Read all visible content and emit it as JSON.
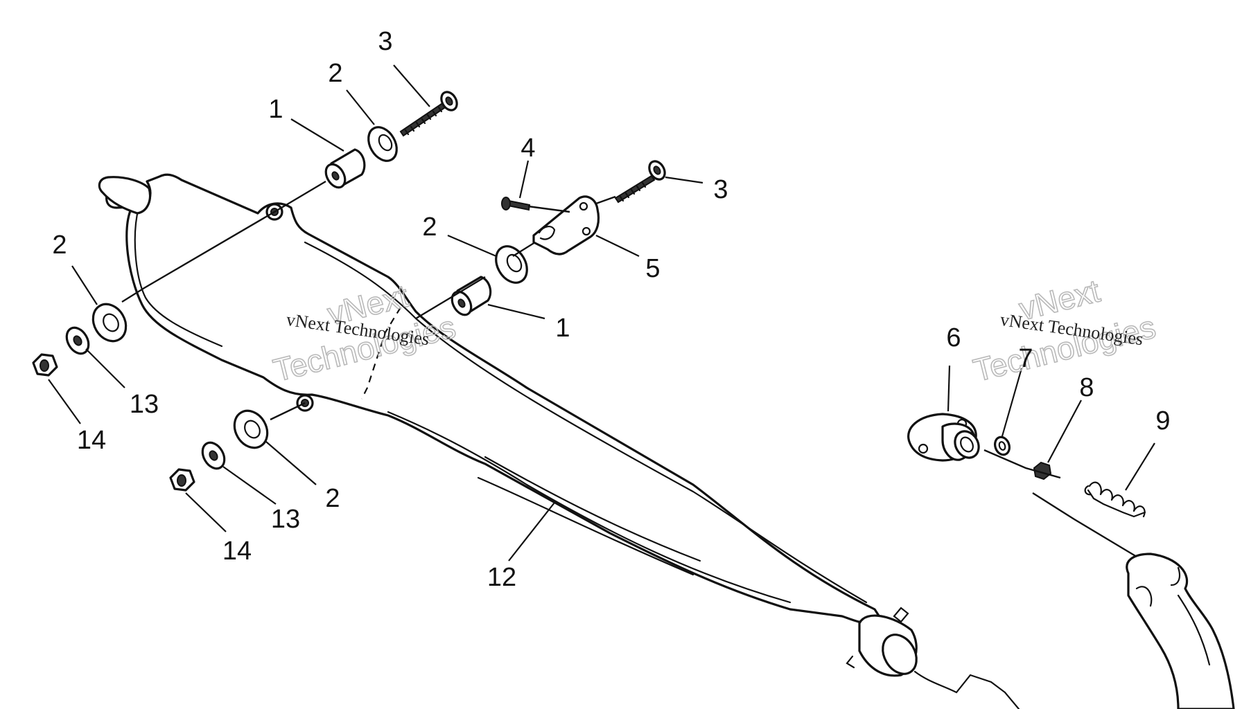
{
  "callouts": {
    "c1a": "1",
    "c1b": "1",
    "c2a": "2",
    "c2b": "2",
    "c2c": "2",
    "c2d": "2",
    "c3a": "3",
    "c3b": "3",
    "c4": "4",
    "c5": "5",
    "c6": "6",
    "c7": "7",
    "c8": "8",
    "c9": "9",
    "c12": "12",
    "c13a": "13",
    "c13b": "13",
    "c14a": "14",
    "c14b": "14"
  },
  "watermarks": {
    "left_outline_line1": "vNext",
    "left_outline_line2": "Technologies",
    "left_text": "vNext Technologies",
    "right_outline_line1": "vNext",
    "right_outline_line2": "Technologies",
    "right_text": "vNext Technologies"
  }
}
